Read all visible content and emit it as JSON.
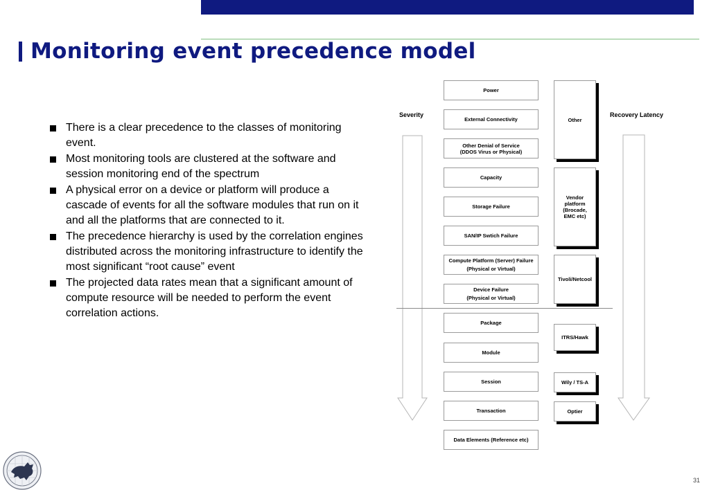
{
  "title": "Monitoring event precedence model",
  "bullets": [
    "There is a clear precedence to the classes of monitoring event.",
    "Most monitoring tools are clustered at the software and session monitoring end of the spectrum",
    "A physical error on a device or platform will produce a cascade of events for all the software modules that run on it and all the platforms that are connected to it.",
    "The precedence hierarchy is used by the correlation engines distributed across the monitoring infrastructure to identify the most significant “root cause” event",
    "The projected data rates mean that a significant amount of compute resource will be needed to perform the event correlation actions."
  ],
  "diagram": {
    "severity_label": "Severity",
    "recovery_label": "Recovery Latency",
    "events": {
      "power": "Power",
      "external": "External Connectivity",
      "dos_1": "Other Denial of Service",
      "dos_2": "(DDOS Virus or Physical)",
      "capacity": "Capacity",
      "storage": "Storage Failure",
      "san": "SAN/IP Swtich Failure",
      "compute_1": "Compute Platform (Server) Failure",
      "compute_2": "(Physical or Virtual)",
      "device_1": "Device Failure",
      "device_2": "(Physical or Virtual)",
      "package": "Package",
      "module": "Module",
      "session": "Session",
      "transaction": "Transaction",
      "data": "Data Elements (Reference etc)"
    },
    "tools": {
      "other": "Other",
      "vendor": "Vendor platform (Brocade, EMC etc)",
      "tivoli": "Tivoli/Netcool",
      "itrs": "ITRS/Hawk",
      "wily": "Wily / TS-A",
      "optier": "Optier"
    }
  },
  "page_number": "31"
}
